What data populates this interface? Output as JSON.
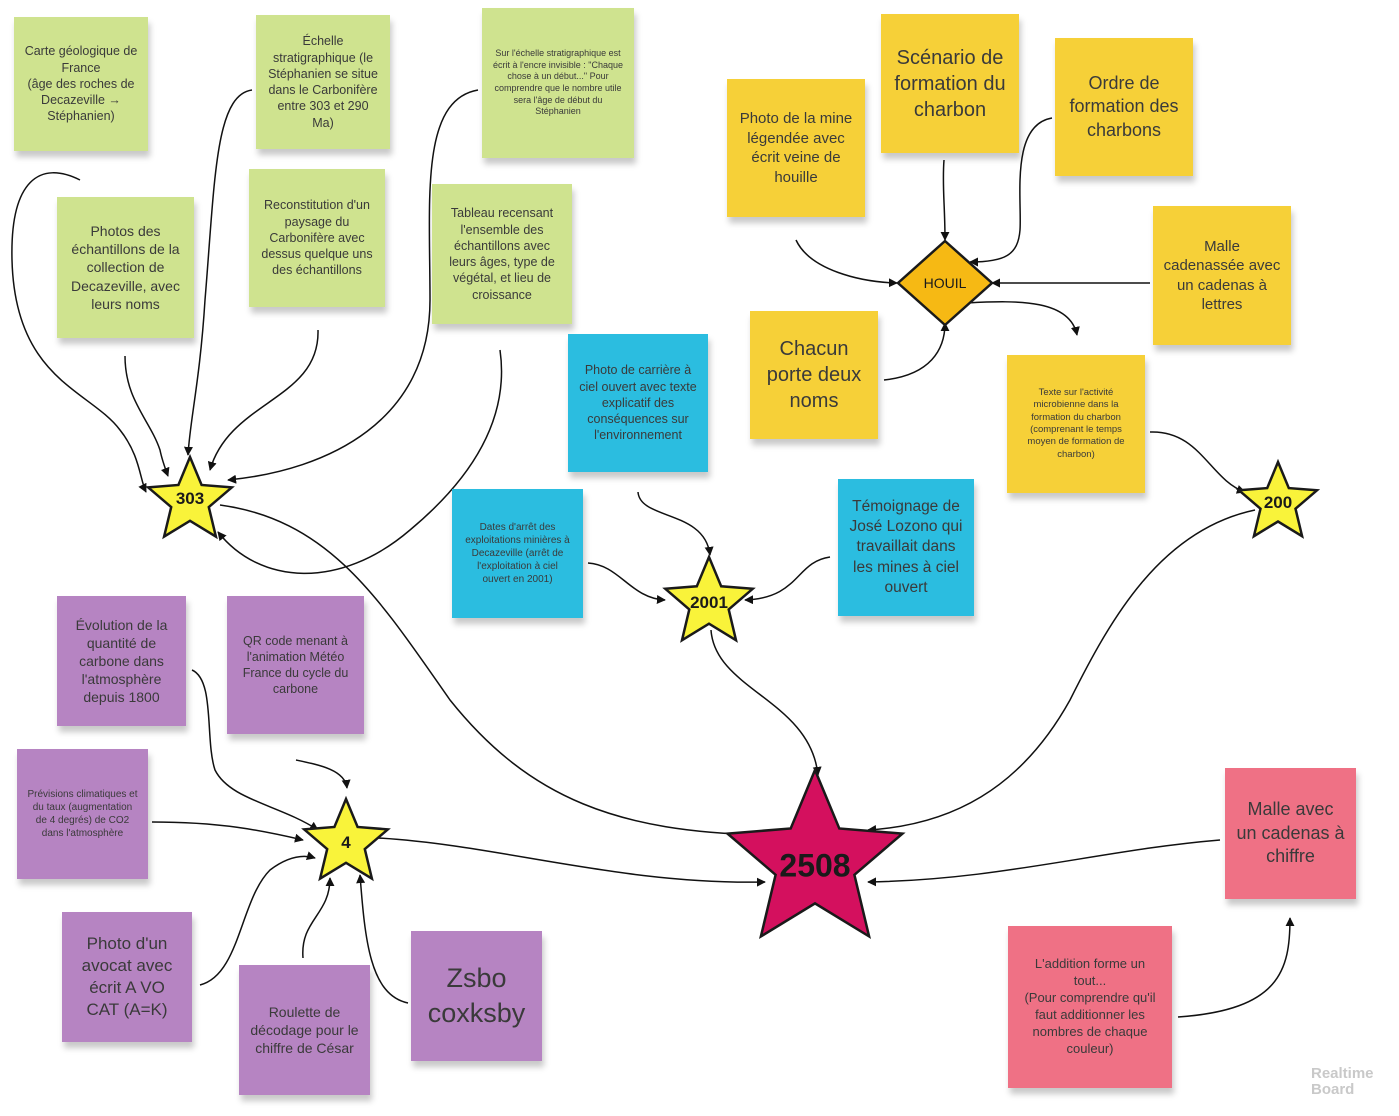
{
  "board_brand": {
    "line1": "Realtime",
    "line2": "Board"
  },
  "colors": {
    "green_note": "#cfe38f",
    "yellow_note": "#f6d038",
    "cyan_note": "#2bbde0",
    "purple_note": "#b684c2",
    "pink_note": "#ef7185",
    "star_yellow": "#f9f33a",
    "star_main": "#d4105e",
    "diamond": "#f6b914"
  },
  "notes": {
    "carte_geologique": "Carte géologique de France\n(âge des roches de Decazeville → Stéphanien)",
    "echelle_stratigraphique": "Échelle stratigraphique (le Stéphanien se situe dans le Carbonifère entre 303 et 290 Ma)",
    "encre_invisible": "Sur l'échelle stratigraphique est écrit à l'encre invisible : \"Chaque chose à un début...\" Pour comprendre que le nombre utile sera l'âge de début du Stéphanien",
    "photos_echantillons": "Photos des échantillons de la collection de Decazeville, avec leurs noms",
    "reconstitution_paysage": "Reconstitution d'un paysage du Carbonifère avec dessus quelque uns des échantillons",
    "tableau_echantillons": "Tableau recensant l'ensemble des échantillons avec leurs âges, type de végétal, et lieu de croissance",
    "photo_mine": "Photo de la mine légendée avec écrit veine de houille",
    "scenario_charbon": "Scénario de formation du charbon",
    "ordre_charbons": "Ordre de formation des charbons",
    "malle_lettres": "Malle cadenassée avec un cadenas à lettres",
    "chacun_deux_noms": "Chacun porte deux noms",
    "texte_microbienne": "Texte sur l'activité microbienne dans la formation du charbon (comprenant le temps moyen de formation de charbon)",
    "photo_carriere": "Photo de carrière à ciel ouvert avec texte explicatif des conséquences sur l'environnement",
    "dates_arret": "Dates d'arrêt des exploitations minières à Decazeville (arrêt de l'exploitation à ciel ouvert en 2001)",
    "temoignage_lozono": "Témoignage de José Lozono qui travaillait dans les mines à ciel ouvert",
    "evolution_carbone": "Évolution de la quantité de carbone dans l'atmosphère depuis 1800",
    "qr_code": "QR code menant à l'animation Météo France du cycle du carbone",
    "previsions_climatiques": "Prévisions climatiques et du taux (augmentation de 4 degrés) de CO2 dans l'atmosphère",
    "photo_avocat": "Photo d'un avocat avec écrit A VO CAT (A=K)",
    "roulette_cesar": "Roulette de décodage pour le chiffre de César",
    "zsbo": "Zsbo coxksby",
    "malle_chiffre": "Malle avec un cadenas à chiffre",
    "addition_tout": "L'addition forme un tout...\n(Pour comprendre qu'il faut additionner les nombres de chaque couleur)"
  },
  "nodes": {
    "star_303": "303",
    "star_2001": "2001",
    "star_200": "200",
    "star_4": "4",
    "star_2508": "2508",
    "diamond_houil": "HOUIL"
  }
}
